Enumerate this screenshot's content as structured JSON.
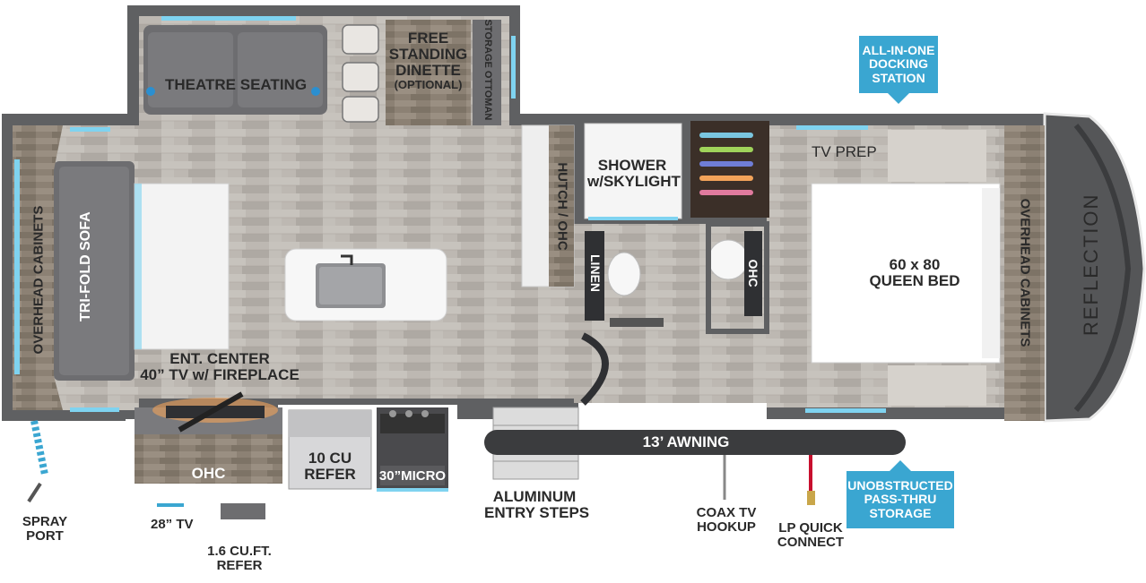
{
  "labels": {
    "theatre_seating": "THEATRE SEATING",
    "free_standing_dinette": [
      "FREE",
      "STANDING",
      "DINETTE",
      "(OPTIONAL)"
    ],
    "storage_ottoman": "STORAGE OTTOMAN",
    "tri_fold_sofa": "TRI-FOLD SOFA",
    "overhead_cabinets_left": "OVERHEAD CABINETS",
    "overhead_cabinets_right": "OVERHEAD CABINETS",
    "hutch_ohc": "HUTCH / OHC",
    "shower": [
      "SHOWER",
      "w/SKYLIGHT"
    ],
    "linen": "LINEN",
    "ohc_bath": "OHC",
    "tv_prep": "TV PREP",
    "queen_bed": [
      "60 x 80",
      "QUEEN BED"
    ],
    "brand": "REFLECTION",
    "ent_center": [
      "ENT. CENTER",
      "40” TV w/ FIREPLACE"
    ],
    "ohc_kitchen": "OHC",
    "refer": [
      "10 CU",
      "REFER"
    ],
    "micro": "30”MICRO",
    "awning": "13’ AWNING",
    "spray_port": [
      "SPRAY",
      "PORT"
    ],
    "tv_28": "28” TV",
    "mini_refer": [
      "1.6 CU.FT.",
      "REFER"
    ],
    "entry_steps": [
      "ALUMINUM",
      "ENTRY STEPS"
    ],
    "coax": [
      "COAX TV",
      "HOOKUP"
    ],
    "lp": [
      "LP QUICK",
      "CONNECT"
    ]
  },
  "badges": {
    "docking": [
      "ALL-IN-ONE",
      "DOCKING",
      "STATION"
    ],
    "storage": [
      "UNOBSTRUCTED",
      "PASS-THRU",
      "STORAGE"
    ]
  },
  "colors": {
    "wall": "#5f6062",
    "floor": "#b9b4ae",
    "accent": "#3aa6d1",
    "cabinet": "#8a7e72",
    "furniture": "#6d6d70",
    "white_fixture": "#f4f4f4",
    "led": "#7fd3f0"
  }
}
